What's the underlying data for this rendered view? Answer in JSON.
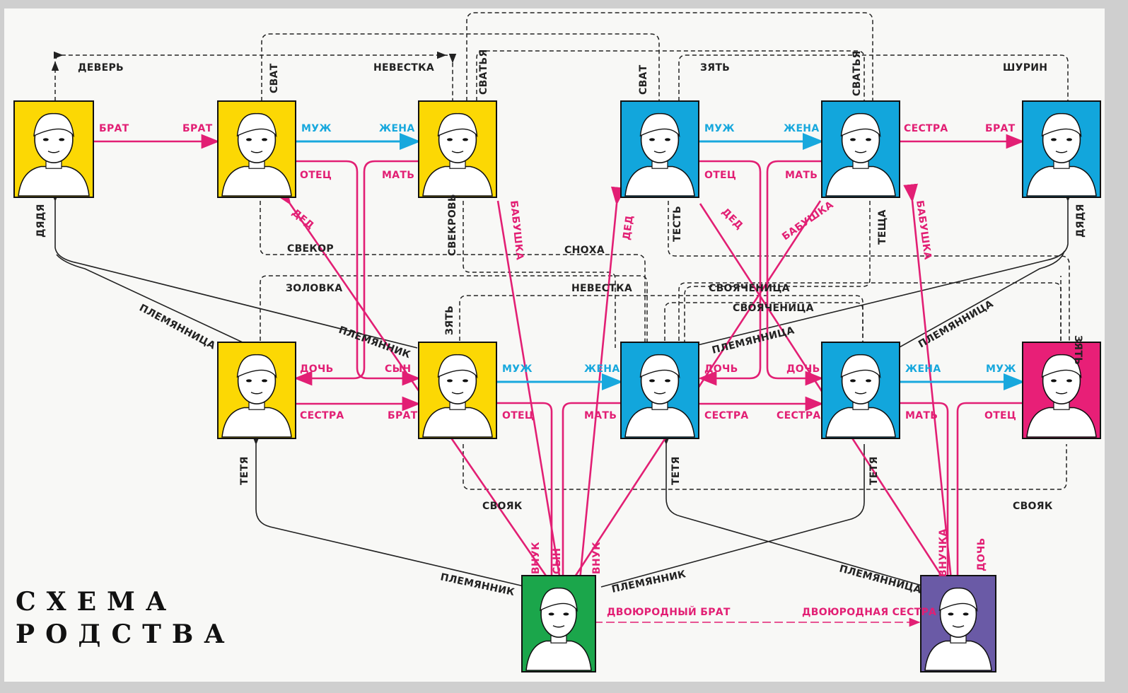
{
  "title_lines": [
    "СХЕМА",
    "РОДСТВА"
  ],
  "colors": {
    "blood": "#e21f74",
    "marriage": "#18a8dd",
    "inlaw": "#222222",
    "yellow": "#fcd804",
    "blue": "#12a6dc",
    "magenta": "#e81f77",
    "green": "#1ba64b",
    "purple": "#6a5aa6"
  },
  "people": [
    {
      "id": "p1",
      "portrait": "uncle-paternal",
      "bg": "yellow"
    },
    {
      "id": "p2",
      "portrait": "paternal-grandfather",
      "bg": "yellow"
    },
    {
      "id": "p3",
      "portrait": "paternal-grandmother",
      "bg": "yellow"
    },
    {
      "id": "p4",
      "portrait": "maternal-grandfather",
      "bg": "blue"
    },
    {
      "id": "p5",
      "portrait": "maternal-grandmother",
      "bg": "blue"
    },
    {
      "id": "p6",
      "portrait": "uncle-maternal",
      "bg": "blue"
    },
    {
      "id": "p7",
      "portrait": "aunt-paternal",
      "bg": "yellow"
    },
    {
      "id": "p8",
      "portrait": "father",
      "bg": "yellow"
    },
    {
      "id": "p9",
      "portrait": "mother",
      "bg": "blue"
    },
    {
      "id": "p10",
      "portrait": "aunt-maternal",
      "bg": "blue"
    },
    {
      "id": "p11",
      "portrait": "aunt-husband",
      "bg": "magenta"
    },
    {
      "id": "p12",
      "portrait": "boy",
      "bg": "green"
    },
    {
      "id": "p13",
      "portrait": "girl-cousin",
      "bg": "purple"
    }
  ],
  "labels": {
    "brat": "БРАТ",
    "sestra": "СЕСТРА",
    "muzh": "МУЖ",
    "zhena": "ЖЕНА",
    "otec": "ОТЕЦ",
    "mat": "МАТЬ",
    "doch": "ДОЧЬ",
    "syn": "СЫН",
    "ded": "ДЕД",
    "babushka": "БАБУШКА",
    "vnuk": "ВНУК",
    "vnuchka": "ВНУЧКА",
    "dyadya": "ДЯДЯ",
    "tetya": "ТЕТЯ",
    "plemyannik": "ПЛЕМЯННИК",
    "plemyannica": "ПЛЕМЯННИЦА",
    "dever": "ДЕВЕРЬ",
    "nevestka": "НЕВЕСТКА",
    "svat": "СВАТ",
    "svatya": "СВАТЬЯ",
    "zyat": "ЗЯТЬ",
    "shurin": "ШУРИН",
    "svekor": "СВЕКОР",
    "svekrov": "СВЕКРОВЬ",
    "snoha": "СНОХА",
    "zolovka": "ЗОЛОВКА",
    "test": "ТЕСТЬ",
    "teshcha": "ТЕЩА",
    "svoyachenica": "СВОЯЧЕНИЦА",
    "svoyak": "СВОЯК",
    "dvoyurodny_brat": "ДВОЮРОДНЫЙ БРАТ",
    "dvoyurodnaya_sestra": "ДВОЮРОДНАЯ СЕСТРА"
  }
}
